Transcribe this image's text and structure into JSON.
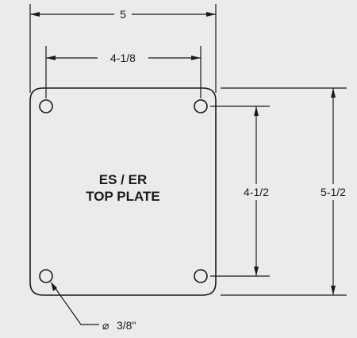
{
  "drawing": {
    "plate_label_line1": "ES / ER",
    "plate_label_line2": "TOP PLATE",
    "overall_width": "5",
    "hole_spacing_width": "4-1/8",
    "hole_spacing_height": "4-1/2",
    "overall_height": "5-1/2",
    "hole_diameter": "3/8\"",
    "diameter_symbol": "⌀"
  },
  "colors": {
    "background": "#ebebeb",
    "line": "#1a1a1a"
  }
}
